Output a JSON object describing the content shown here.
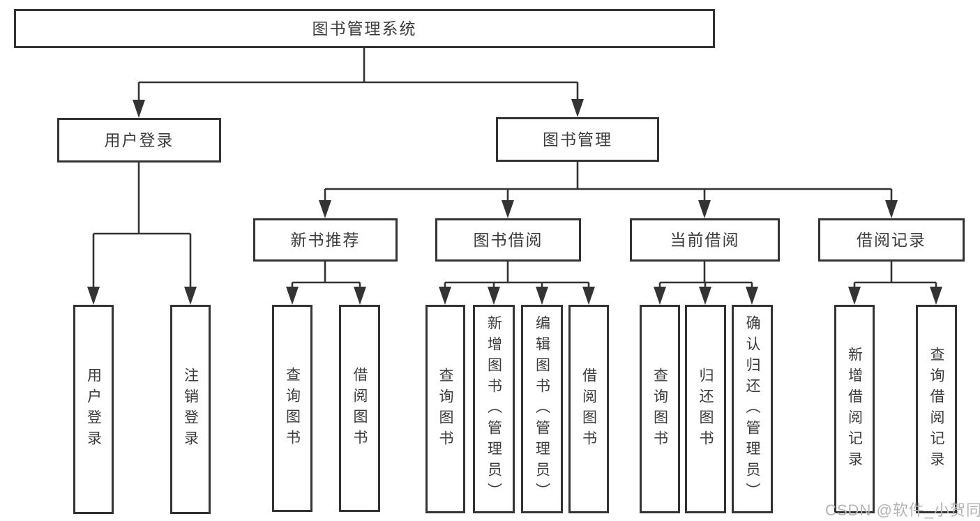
{
  "diagram": {
    "root_label": "图书管理系统",
    "user_login": {
      "label": "用户登录",
      "children": [
        "用户登录",
        "注销登录"
      ]
    },
    "book_management": {
      "label": "图书管理",
      "sections": {
        "new_book": {
          "label": "新书推荐",
          "children": [
            "查询图书",
            "借阅图书"
          ]
        },
        "borrow": {
          "label": "图书借阅",
          "children": [
            "查询图书",
            "新增图书（管理员）",
            "编辑图书（管理员）",
            "借阅图书"
          ]
        },
        "current": {
          "label": "当前借阅",
          "children": [
            "查询图书",
            "归还图书",
            "确认归还（管理员）"
          ]
        },
        "records": {
          "label": "借阅记录",
          "children": [
            "新增借阅记录",
            "查询借阅记录"
          ]
        }
      }
    }
  },
  "watermark": "CSDN @软件_小贺同学",
  "colors": {
    "line": "#333333",
    "box_border": "#333333",
    "box_background": "#ffffff",
    "text": "#3b3b3b",
    "watermark": "#b4b4b4"
  }
}
